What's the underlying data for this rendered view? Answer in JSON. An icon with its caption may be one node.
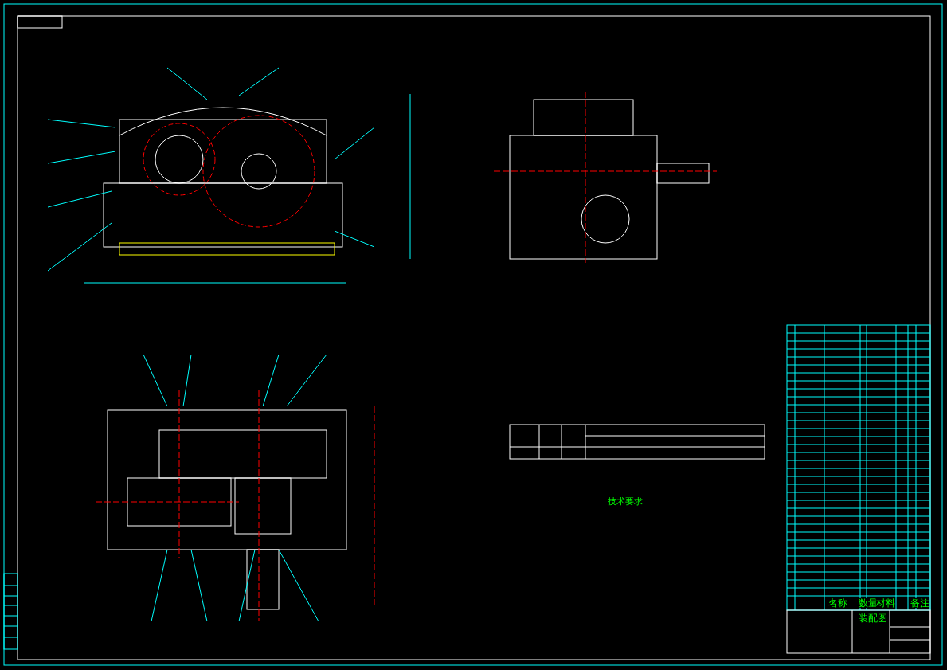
{
  "diagram": {
    "labels": [
      "技术要求",
      "名称",
      "数量",
      "材料",
      "备注",
      "装配图"
    ]
  }
}
